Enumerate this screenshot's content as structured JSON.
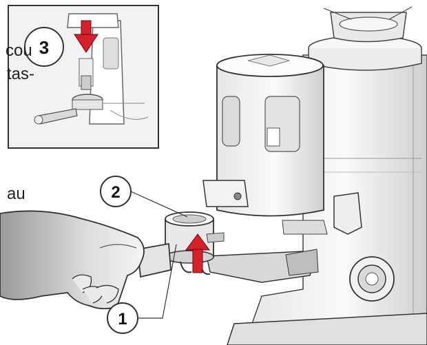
{
  "callouts": {
    "one": "1",
    "two": "2",
    "three": "3"
  },
  "fragments": {
    "cou": "cou",
    "tas": "tas-",
    "au": "au"
  },
  "colors": {
    "arrow": "#d6202a",
    "inset_bg": "#f2f2f2",
    "line": "#333333"
  },
  "icons": {
    "down_arrow": "red-down-arrow-icon",
    "up_arrow": "red-up-arrow-icon"
  }
}
